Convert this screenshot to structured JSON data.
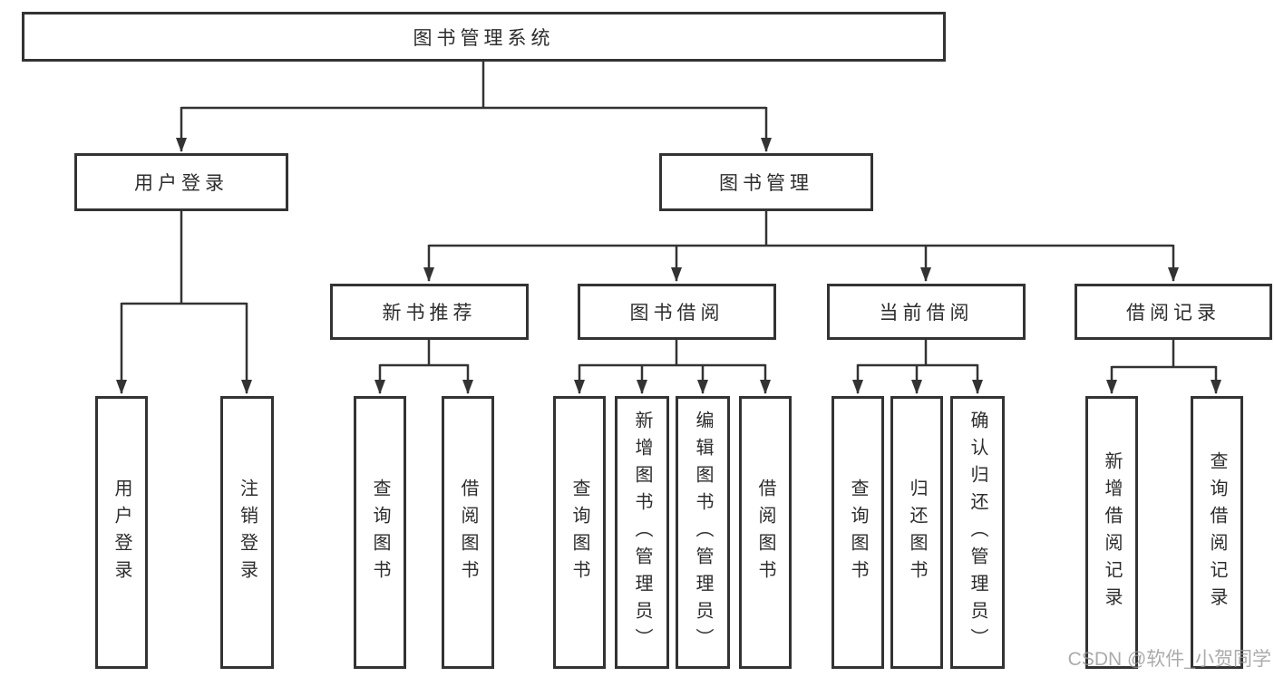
{
  "diagram": {
    "type": "hierarchy-tree",
    "title": "图书管理系统",
    "colors": {
      "line": "#333333",
      "box_border": "#333333",
      "box_fill": "#ffffff",
      "text": "#2d2d2d",
      "watermark": "#969696",
      "background": "#ffffff"
    }
  },
  "nodes": {
    "root": "图书管理系统",
    "user_login": "用户登录",
    "book_mgmt": "图书管理",
    "new_book_rec": "新书推荐",
    "book_borrow": "图书借阅",
    "current_borrow": "当前借阅",
    "borrow_records": "借阅记录",
    "leaf_user_login": "用户登录",
    "leaf_logout": "注销登录",
    "rec_query_book": "查询图书",
    "rec_borrow_book": "借阅图书",
    "bb_query_book": "查询图书",
    "bb_add_book": "新增图书（管理员）",
    "bb_edit_book": "编辑图书（管理员）",
    "bb_borrow_book": "借阅图书",
    "cb_query_book": "查询图书",
    "cb_return_book": "归还图书",
    "cb_confirm_return": "确认归还（管理员）",
    "br_add_record": "新增借阅记录",
    "br_query_record": "查询借阅记录"
  },
  "watermark": "CSDN @软件_小贺同学"
}
